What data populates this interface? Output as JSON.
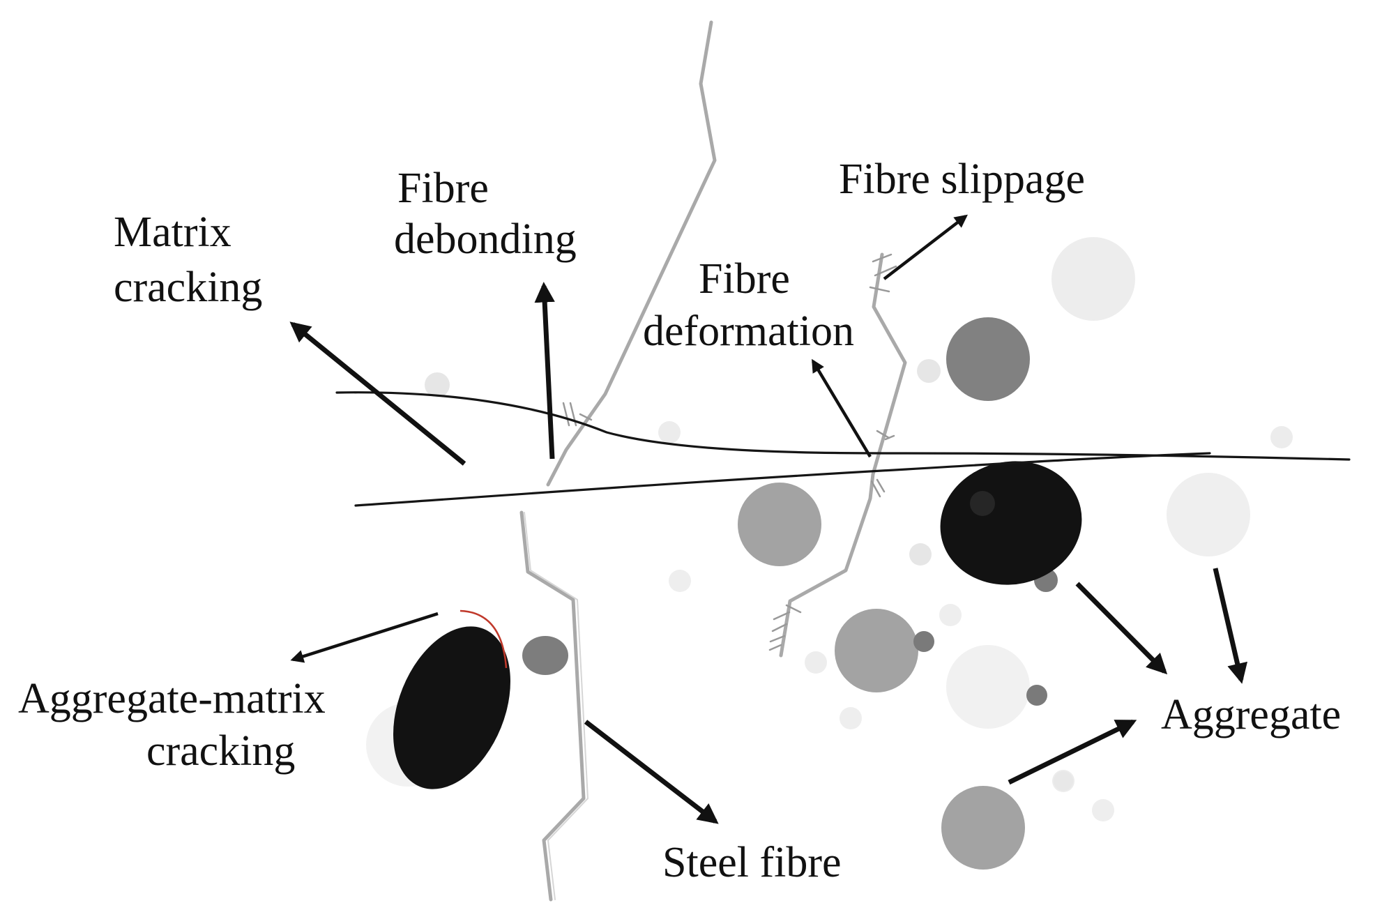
{
  "labels": {
    "matrix_cracking": [
      "Matrix",
      "cracking"
    ],
    "fibre_debonding": [
      "Fibre",
      "debonding"
    ],
    "fibre_deformation": [
      "Fibre",
      "deformation"
    ],
    "fibre_slippage": "Fibre slippage",
    "aggregate_matrix_cracking": [
      "Aggregate-matrix",
      "cracking"
    ],
    "steel_fibre": "Steel fibre",
    "aggregate": "Aggregate"
  },
  "colors": {
    "text": "#111111",
    "arrow": "#111111",
    "crack_line": "#151515",
    "fibre": "#a9a9a9",
    "aggregate_black": "#121212",
    "aggregate_dark_gray": "#808080",
    "aggregate_mid_gray": "#a2a2a2",
    "aggregate_light_gray": "#e9e9e9",
    "interface_crack": "#c0392b"
  }
}
